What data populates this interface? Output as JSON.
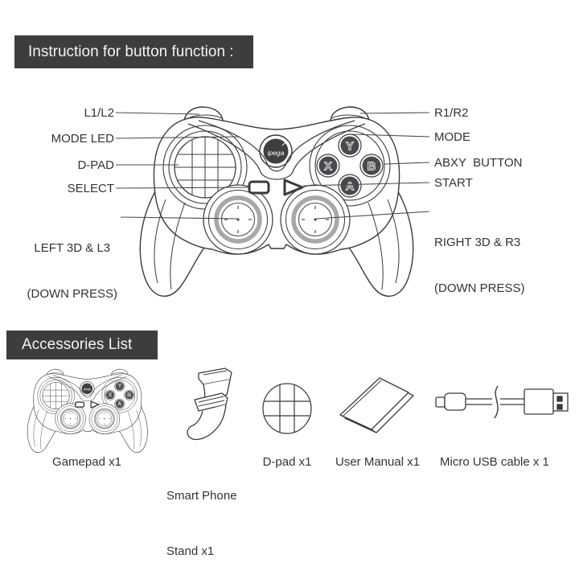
{
  "sections": {
    "instruction": {
      "title": "Instruction for button function :"
    },
    "accessories": {
      "title": "Accessories List"
    }
  },
  "diagram": {
    "brand": "ipega",
    "buttons": {
      "y": "Y",
      "x": "X",
      "b": "B",
      "a": "A"
    },
    "labels": {
      "l1l2": "L1/L2",
      "mode_led": "MODE LED",
      "dpad": "D-PAD",
      "select": "SELECT",
      "left3d_1": "LEFT 3D & L3",
      "left3d_2": "(DOWN PRESS)",
      "r1r2": "R1/R2",
      "mode": "MODE",
      "abxy": "ABXY  BUTTON",
      "start": "START",
      "right3d_1": "RIGHT 3D & R3",
      "right3d_2": "(DOWN PRESS)"
    }
  },
  "accessories": {
    "items": [
      {
        "name": "gamepad",
        "label": "Gamepad x1"
      },
      {
        "name": "smart-phone-stand",
        "label_line1": "Smart Phone",
        "label_line2": "Stand x1"
      },
      {
        "name": "d-pad",
        "label": "D-pad x1"
      },
      {
        "name": "user-manual",
        "label": "User Manual x1"
      },
      {
        "name": "micro-usb-cable",
        "label": "Micro USB cable x 1"
      }
    ]
  },
  "colors": {
    "title_bar_bg": "#3d3d3f",
    "title_bar_text": "#f4f4f4",
    "line_art": "#3a3a3a",
    "label_text": "#333333",
    "stick_ring": "#a8a8a8",
    "button_fill": "#4a4a4e"
  }
}
